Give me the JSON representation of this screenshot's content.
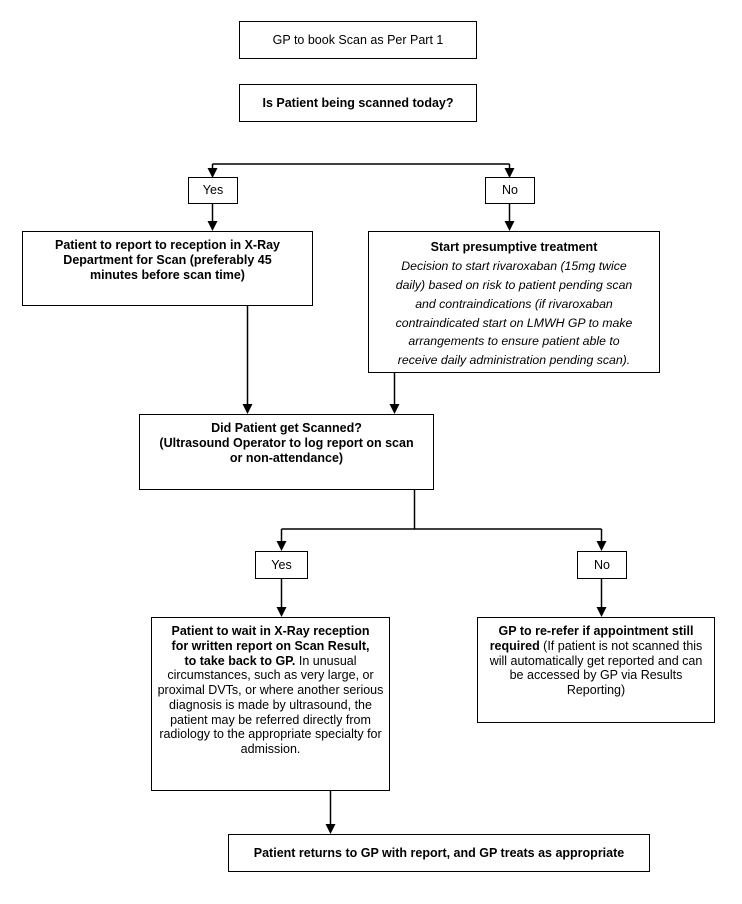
{
  "document": {
    "title": "DVT Scan Pathway Flowchart",
    "background_color": "#ffffff",
    "line_color": "#000000",
    "text_color": "#000000"
  },
  "nodes": {
    "start": {
      "label": "GP to book Scan as Per Part 1"
    },
    "question_scanned_today": {
      "label": "Is Patient being scanned today?"
    },
    "branch1_yes": {
      "label": "Yes"
    },
    "branch1_no": {
      "label": "No"
    },
    "report_to_reception": {
      "line1": "Patient to report to reception in X-Ray",
      "line2": "Department for Scan (preferably 45",
      "line3": "minutes before scan time)"
    },
    "presumptive_treatment": {
      "heading": "Start presumptive treatment",
      "body_line1": "Decision to start rivaroxaban (15mg twice",
      "body_line2": "daily) based on risk to patient pending scan",
      "body_line3": "and contraindications (if rivaroxaban",
      "body_line4": "contraindicated start on LMWH GP to make",
      "body_line5": "arrangements to ensure patient able to",
      "body_line6": "receive daily administration pending scan)."
    },
    "question_did_get_scanned": {
      "heading": "Did Patient get Scanned?",
      "sub_line1": "(Ultrasound Operator to log report on scan",
      "sub_line2": "or non-attendance)"
    },
    "branch2_yes": {
      "label": "Yes"
    },
    "branch2_no": {
      "label": "No"
    },
    "wait_for_report": {
      "bold_line1": "Patient to wait in X-Ray reception",
      "bold_line2": "for written report on Scan Result,",
      "bold_line3": "to take back to GP.",
      "rest": " In unusual circumstances, such as very large, or proximal DVTs, or where another serious diagnosis is made by ultrasound, the patient may be referred directly from radiology to the appropriate specialty for admission."
    },
    "re_refer": {
      "bold_line1": "GP to re-refer if appointment still",
      "bold_line2": "required",
      "rest": " (If patient is not scanned this will automatically get reported and can be accessed by GP via Results Reporting)"
    },
    "end": {
      "label": "Patient returns to GP with report, and GP treats as appropriate"
    }
  }
}
